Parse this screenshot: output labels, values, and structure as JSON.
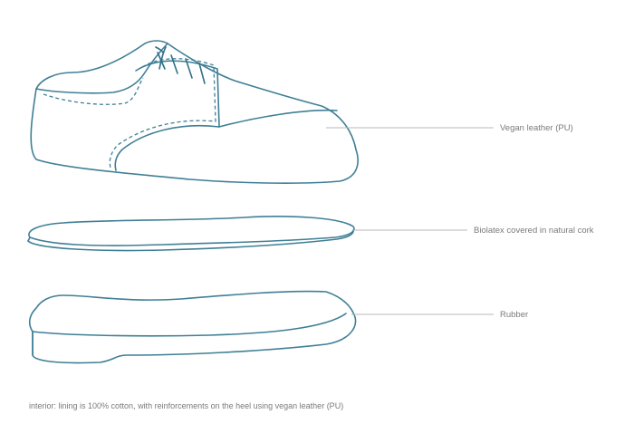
{
  "colors": {
    "outline": "#3f7f95",
    "laces": "#2f6f87",
    "leader": "#b8b8b8",
    "text": "#7a7a7a",
    "background": "#ffffff"
  },
  "labels": {
    "upper": "Vegan leather (PU)",
    "insole": "Biolatex covered in natural cork",
    "sole": "Rubber"
  },
  "footnote": "interior: lining is 100% cotton, with reinforcements on the heel using vegan leather (PU)"
}
